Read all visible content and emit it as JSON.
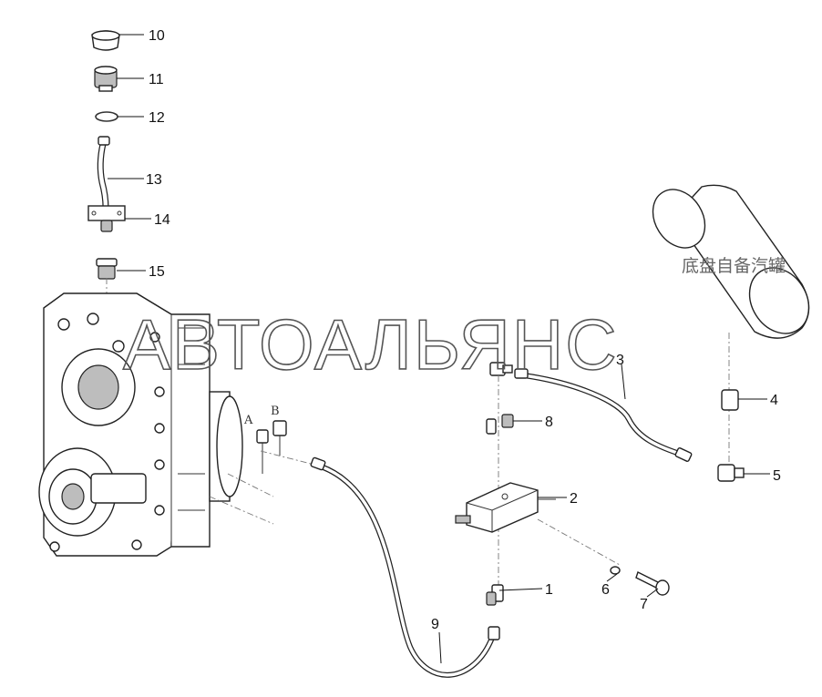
{
  "callouts": [
    {
      "id": "1",
      "label": "1"
    },
    {
      "id": "2",
      "label": "2"
    },
    {
      "id": "3",
      "label": "3"
    },
    {
      "id": "4",
      "label": "4"
    },
    {
      "id": "5",
      "label": "5"
    },
    {
      "id": "6",
      "label": "6"
    },
    {
      "id": "7",
      "label": "7"
    },
    {
      "id": "8",
      "label": "8"
    },
    {
      "id": "9",
      "label": "9"
    },
    {
      "id": "10",
      "label": "10"
    },
    {
      "id": "11",
      "label": "11"
    },
    {
      "id": "12",
      "label": "12"
    },
    {
      "id": "13",
      "label": "13"
    },
    {
      "id": "14",
      "label": "14"
    },
    {
      "id": "15",
      "label": "15"
    }
  ],
  "port_labels": {
    "a": "A",
    "b": "B"
  },
  "tank_label": "底盘自备汽罐",
  "watermark": "АВТОАЛЬЯНС"
}
